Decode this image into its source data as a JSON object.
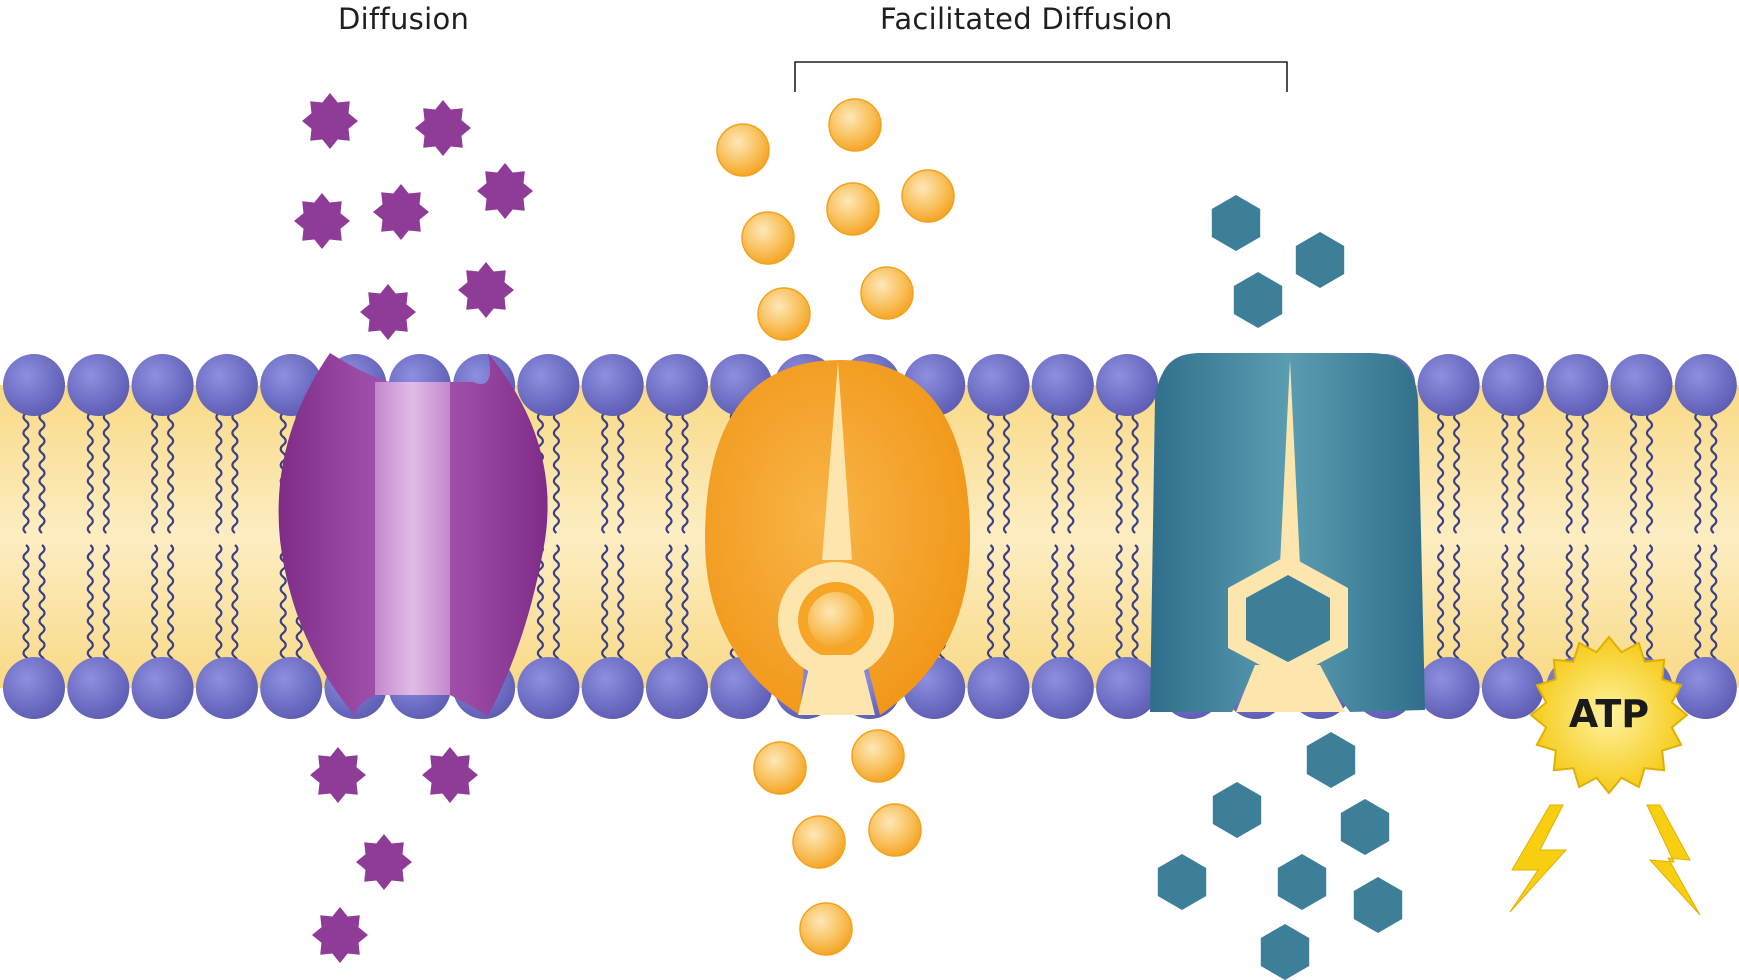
{
  "labels": {
    "diffusion": "Diffusion",
    "facilitated_diffusion": "Facilitated Diffusion",
    "atp": "ATP"
  },
  "colors": {
    "phospholipid_head": "#6f6fc4",
    "lipid_core": "#fbe3a4",
    "lipid_tail": "#3b3f86",
    "purple_channel": "#8e3c97",
    "orange_carrier": "#f5a21d",
    "teal_carrier": "#3d7f98",
    "purple_particle": "#8e3c97",
    "orange_particle": "#f7b64a",
    "teal_particle": "#3d7f98",
    "atp_burst": "#f7cf10",
    "lightning": "#f7cf10"
  },
  "icons": {
    "purple_particle": "star-particle",
    "orange_particle": "sphere-particle",
    "teal_particle": "hexagon-particle",
    "energy": "lightning-bolt"
  }
}
